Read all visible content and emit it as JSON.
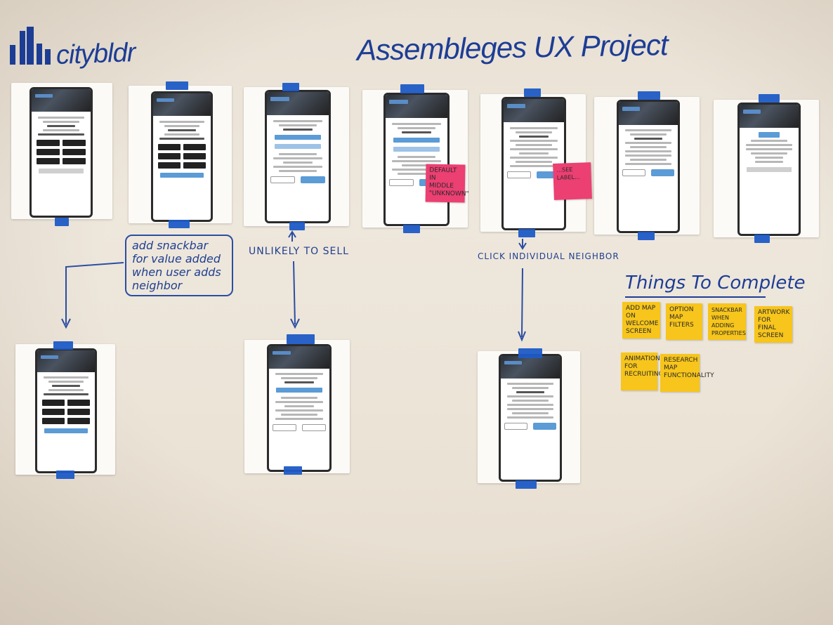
{
  "wall": {
    "logo_text": "citybldr",
    "title": "Assembleges UX Project"
  },
  "annotations": {
    "snackbar_note": "add snackbar for value added when user adds neighbor",
    "unlikely": "UNLIKELY TO SELL",
    "click_neighbor": "CLICK INDIVIDUAL NEIGHBOR"
  },
  "things_to_complete": {
    "heading": "Things To Complete",
    "notes": [
      "ADD MAP ON WELCOME SCREEN",
      "OPTION MAP FILTERS",
      "SNACKBAR WHEN ADDING PROPERTIES",
      "ARTWORK FOR FINAL SCREEN",
      "ANIMATION FOR RECRUITING",
      "RESEARCH MAP FUNCTIONALITY"
    ]
  },
  "pink_notes": [
    "DEFAULT IN MIDDLE \"UNKNOWN\"",
    "...SEE LABEL..."
  ],
  "colors": {
    "marker_blue": "#1d3d95",
    "tape_blue": "#1e5bc6",
    "sticky_yellow": "#f7c51b",
    "sticky_pink": "#ec3f72",
    "wall": "#ebe3d6"
  }
}
